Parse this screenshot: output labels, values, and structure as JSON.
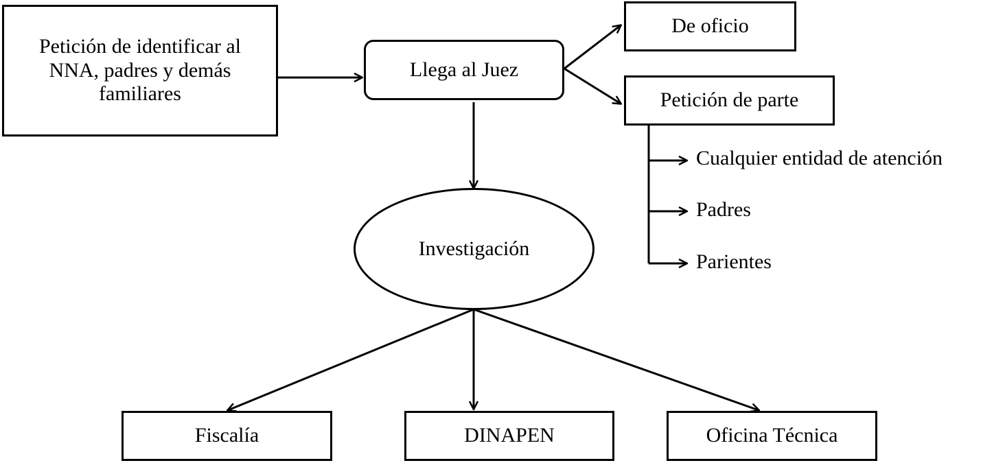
{
  "nodes": {
    "peticion": "Petición de identificar al NNA, padres y demás familiares",
    "juez": "Llega al Juez",
    "de_oficio": "De oficio",
    "peticion_parte": "Petición de parte",
    "investigacion": "Investigación",
    "fiscalia": "Fiscalía",
    "dinapen": "DINAPEN",
    "oficina_tecnica": "Oficina Técnica"
  },
  "peticion_parte_items": {
    "entidad": "Cualquier entidad de atención",
    "padres": "Padres",
    "parientes": "Parientes"
  },
  "edges": [
    {
      "from": "peticion",
      "to": "juez"
    },
    {
      "from": "juez",
      "to": "de_oficio"
    },
    {
      "from": "juez",
      "to": "peticion_parte"
    },
    {
      "from": "juez",
      "to": "investigacion"
    },
    {
      "from": "peticion_parte",
      "to": "entidad"
    },
    {
      "from": "peticion_parte",
      "to": "padres"
    },
    {
      "from": "peticion_parte",
      "to": "parientes"
    },
    {
      "from": "investigacion",
      "to": "fiscalia"
    },
    {
      "from": "investigacion",
      "to": "dinapen"
    },
    {
      "from": "investigacion",
      "to": "oficina_tecnica"
    }
  ]
}
